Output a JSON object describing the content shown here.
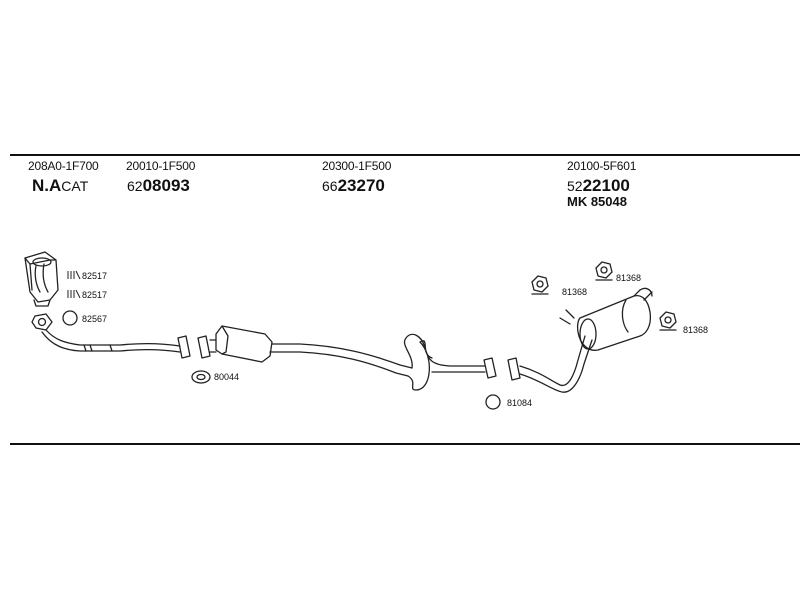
{
  "groups": [
    {
      "code": "208A0-1F700",
      "name_a": "N.A",
      "name_b": "CAT"
    },
    {
      "code": "20010-1F500",
      "num_prefix": "62",
      "num_main": "08093"
    },
    {
      "code": "20300-1F500",
      "num_prefix": "66",
      "num_main": "23270"
    },
    {
      "code": "20100-5F601",
      "num_prefix": "52",
      "num_main": "22100",
      "mk": "MK 85048"
    }
  ],
  "parts": [
    {
      "label": "82517"
    },
    {
      "label": "82517"
    },
    {
      "label": "82567"
    },
    {
      "label": "80044"
    },
    {
      "label": "81084"
    },
    {
      "label": "81368"
    },
    {
      "label": "81368"
    },
    {
      "label": "81368"
    }
  ]
}
